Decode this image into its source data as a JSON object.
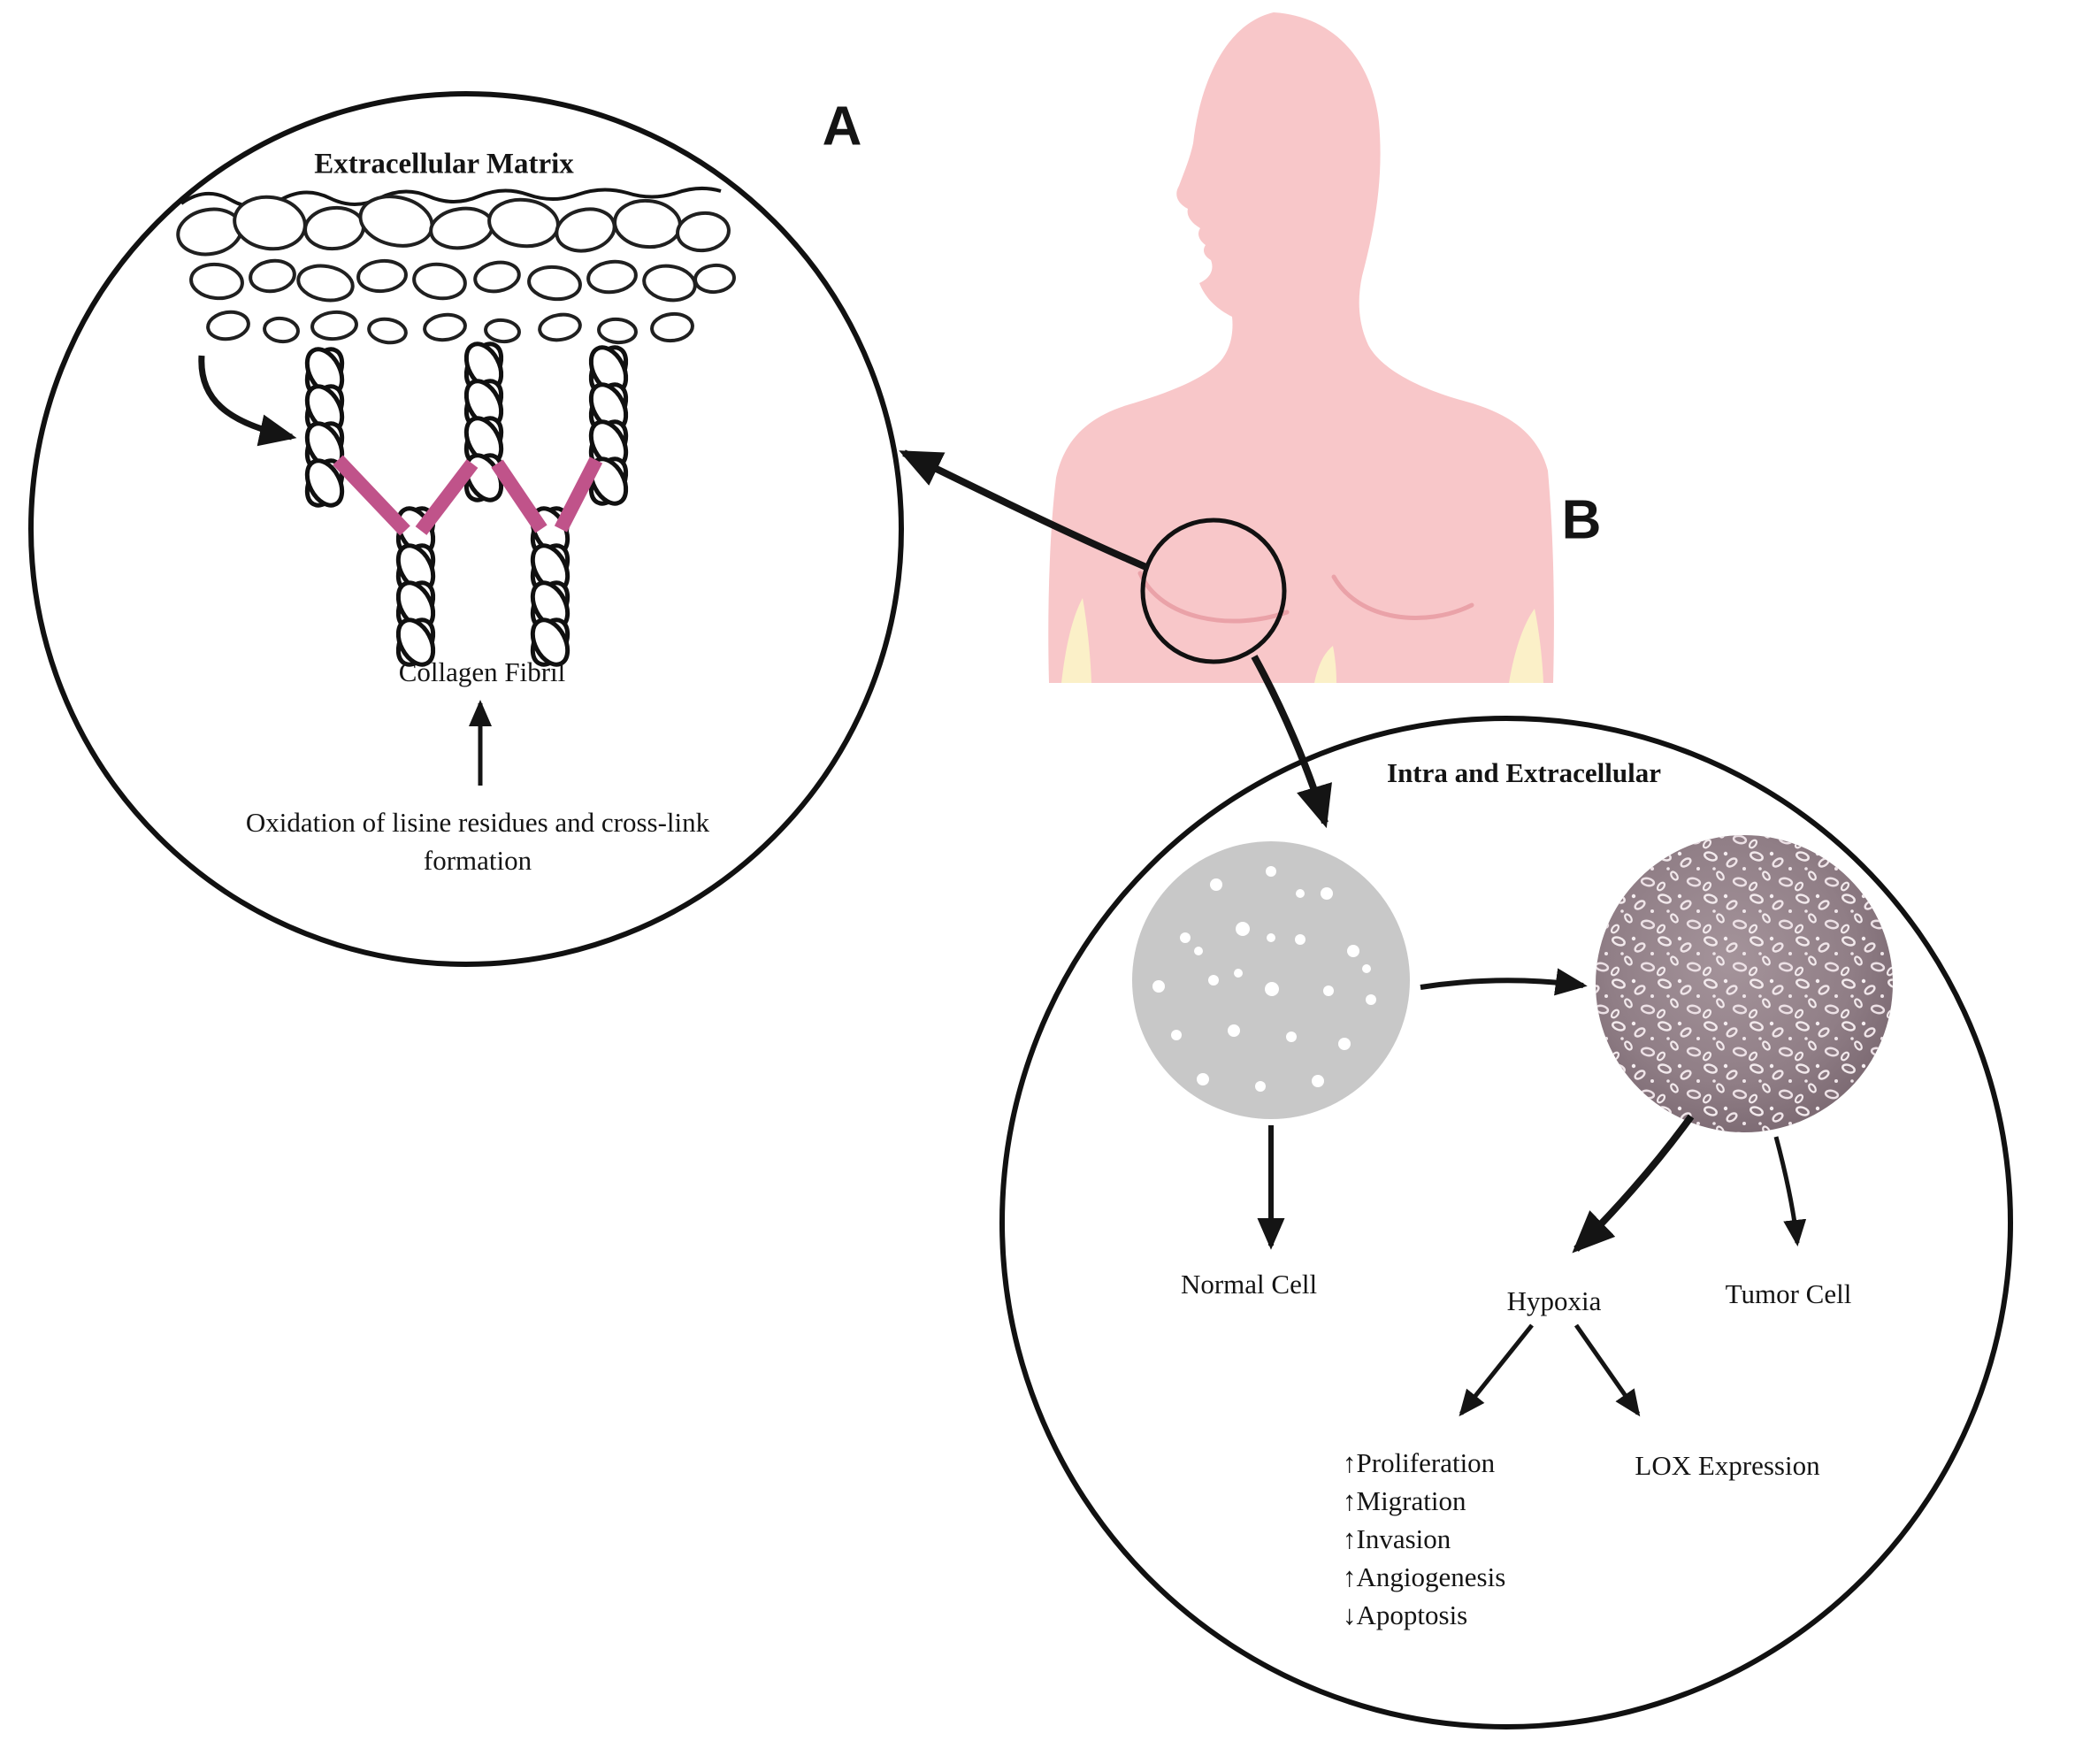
{
  "panel_a": {
    "label": "A",
    "title": "Extracellular Matrix",
    "collagen_label": "Collagen Fibril",
    "caption_lines": [
      "Oxidation of lisine residues and cross-link",
      "formation"
    ]
  },
  "body_figure": {
    "label": "B"
  },
  "panel_b": {
    "title": "Intra and Extracellular",
    "normal_cell_label": "Normal Cell",
    "hypoxia_label": "Hypoxia",
    "tumor_cell_label": "Tumor Cell",
    "lox_label": "LOX Expression",
    "effects": [
      "↑Proliferation",
      "↑Migration",
      "↑Invasion",
      "↑Angiogenesis",
      "↓Apoptosis"
    ]
  },
  "colors": {
    "skin": "#f8c7c9",
    "skin_crease": "#eaa2a8",
    "crosslink": "#c0538a",
    "normal_culture": "#c8c8c8",
    "outline": "#111111"
  }
}
